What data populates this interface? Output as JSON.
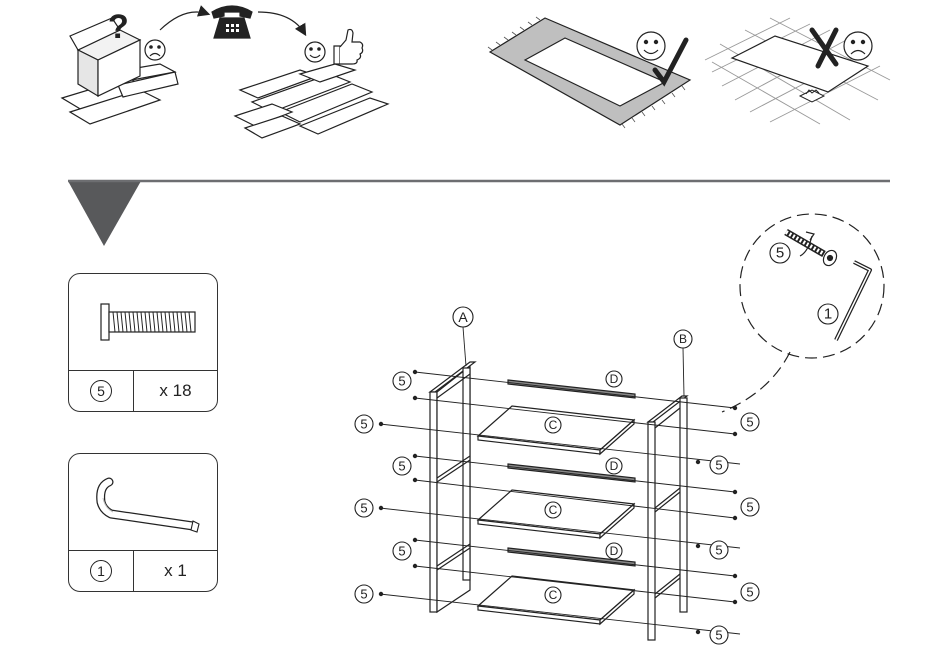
{
  "parts": [
    {
      "id": "5",
      "qty": "x 18",
      "icon": "bolt-icon"
    },
    {
      "id": "1",
      "qty": "x 1",
      "icon": "hex-key-icon"
    }
  ],
  "labels": {
    "frame_left": "A",
    "frame_right": "B",
    "shelf": "C",
    "bar": "D",
    "bolt": "5",
    "key": "1"
  },
  "colors": {
    "line": "#222222",
    "step_marker": "#58595b",
    "divider": "#6d6e71",
    "mat": "#bfbfbf"
  }
}
